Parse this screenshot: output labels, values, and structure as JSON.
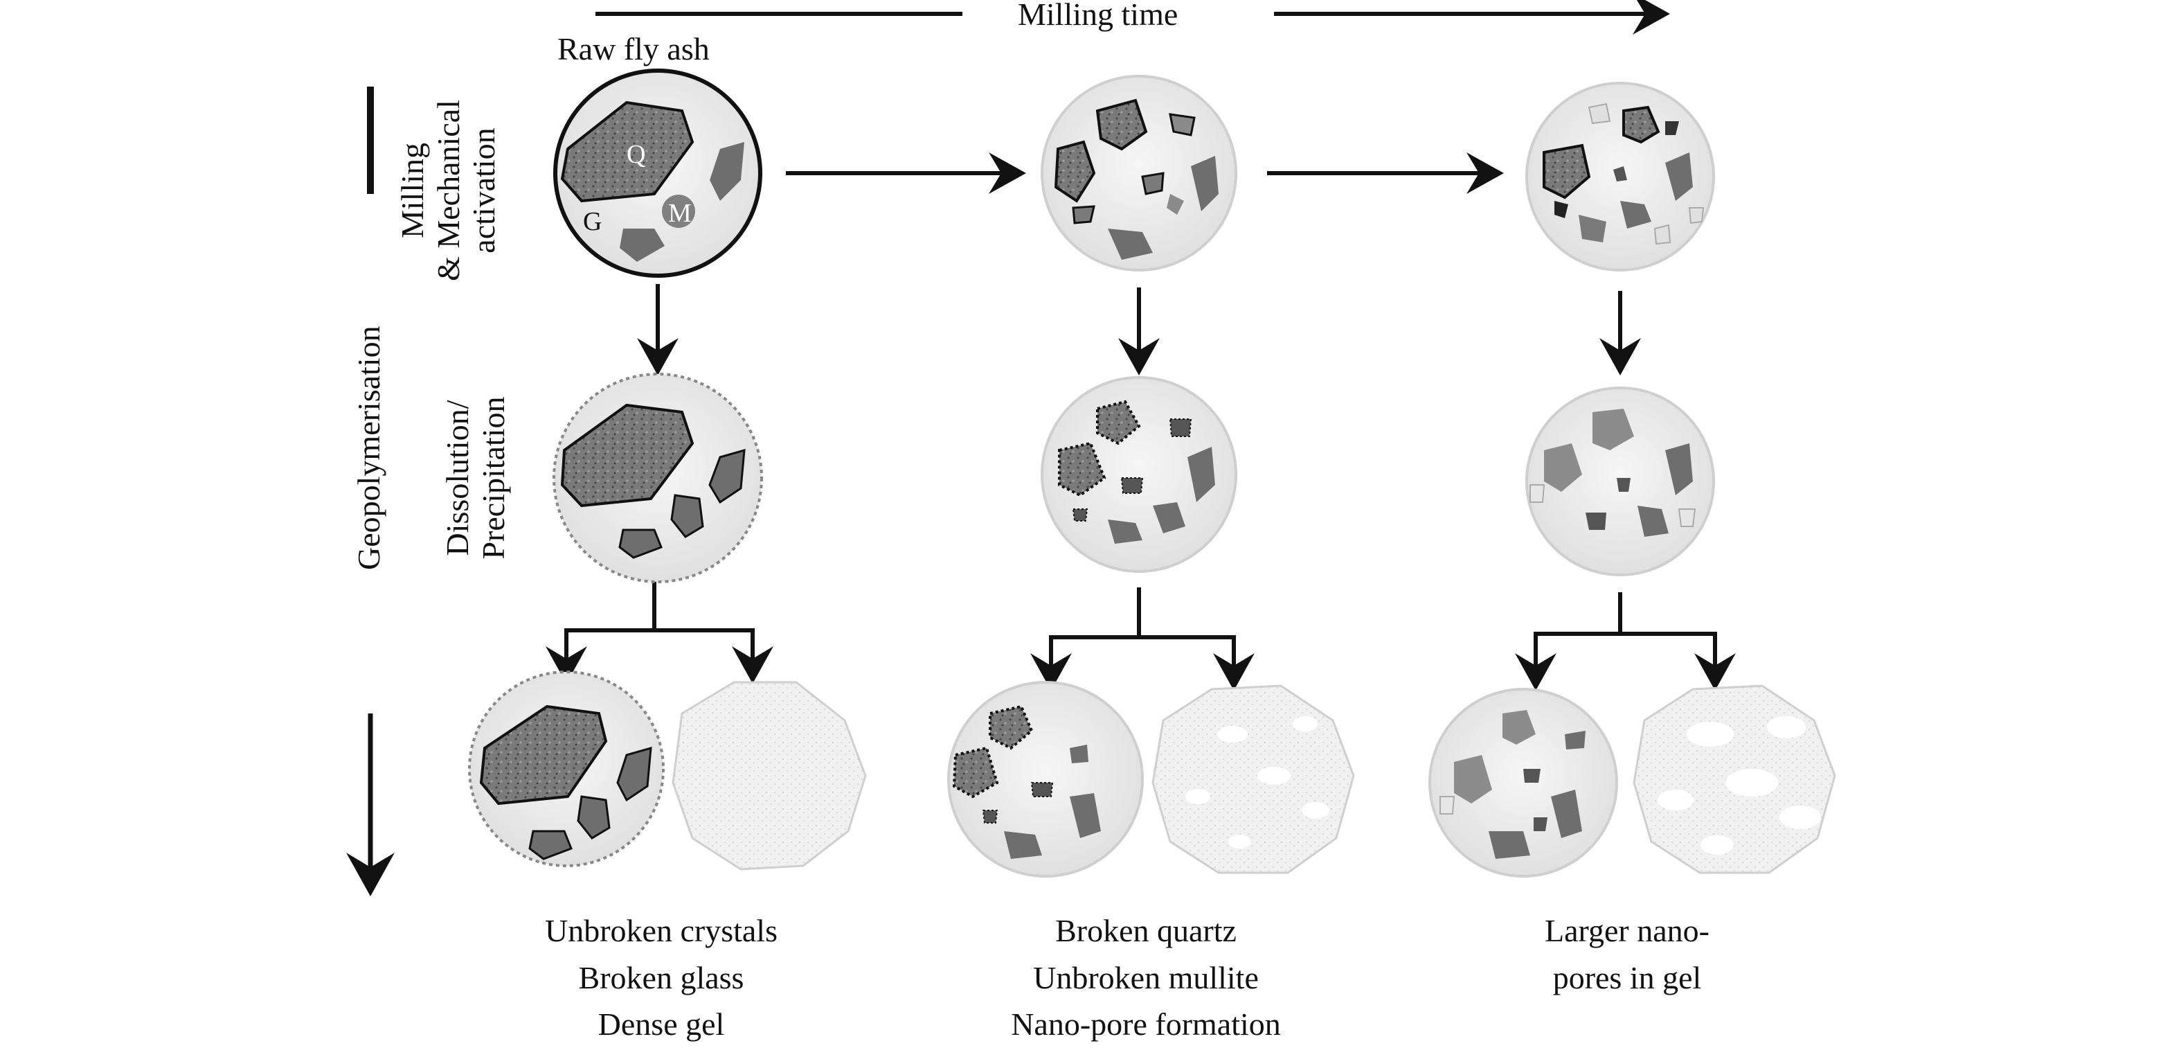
{
  "header": {
    "milling_time": "Milling time",
    "raw_fly_ash": "Raw fly ash"
  },
  "side_labels": {
    "milling": [
      "Milling",
      "& Mechanical",
      "activation"
    ],
    "geopolymerisation": "Geopolymerisation",
    "dissolution": [
      "Dissolution/",
      "Precipitation"
    ]
  },
  "particle_letters": {
    "quartz": "Q",
    "glass": "G",
    "mullite": "M"
  },
  "captions": [
    [
      "Unbroken crystals",
      "Broken glass",
      "Dense gel"
    ],
    [
      "Broken quartz",
      "Unbroken mullite",
      "Nano-pore formation"
    ],
    [
      "Larger nano-",
      "pores in gel"
    ]
  ]
}
